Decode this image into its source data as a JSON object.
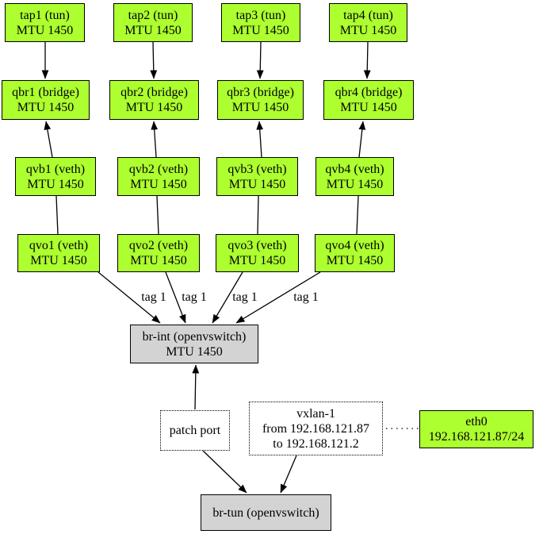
{
  "diagram": {
    "colors": {
      "node_fill_green": "#adff2f",
      "node_fill_gray": "#d3d3d3",
      "dotted_node_fill": "#ffffff",
      "edge_color": "#000000",
      "background": "#ffffff"
    },
    "nodes": {
      "tap1": [
        "tap1 (tun)",
        "MTU 1450"
      ],
      "tap2": [
        "tap2 (tun)",
        "MTU 1450"
      ],
      "tap3": [
        "tap3 (tun)",
        "MTU 1450"
      ],
      "tap4": [
        "tap4 (tun)",
        "MTU 1450"
      ],
      "qbr1": [
        "qbr1 (bridge)",
        "MTU 1450"
      ],
      "qbr2": [
        "qbr2 (bridge)",
        "MTU 1450"
      ],
      "qbr3": [
        "qbr3 (bridge)",
        "MTU 1450"
      ],
      "qbr4": [
        "qbr4 (bridge)",
        "MTU 1450"
      ],
      "qvb1": [
        "qvb1 (veth)",
        "MTU 1450"
      ],
      "qvb2": [
        "qvb2 (veth)",
        "MTU 1450"
      ],
      "qvb3": [
        "qvb3 (veth)",
        "MTU 1450"
      ],
      "qvb4": [
        "qvb4 (veth)",
        "MTU 1450"
      ],
      "qvo1": [
        "qvo1 (veth)",
        "MTU 1450"
      ],
      "qvo2": [
        "qvo2 (veth)",
        "MTU 1450"
      ],
      "qvo3": [
        "qvo3 (veth)",
        "MTU 1450"
      ],
      "qvo4": [
        "qvo4 (veth)",
        "MTU 1450"
      ],
      "br_int": [
        "br-int (openvswitch)",
        "MTU 1450"
      ],
      "patch_port": [
        "patch port"
      ],
      "vxlan": [
        "vxlan-1",
        "from 192.168.121.87",
        "to 192.168.121.2"
      ],
      "eth0": [
        "eth0",
        "192.168.121.87/24"
      ],
      "br_tun": [
        "br-tun (openvswitch)"
      ]
    },
    "edge_labels": {
      "tag1": "tag 1",
      "tag2": "tag 1",
      "tag3": "tag 1",
      "tag4": "tag 1"
    }
  }
}
